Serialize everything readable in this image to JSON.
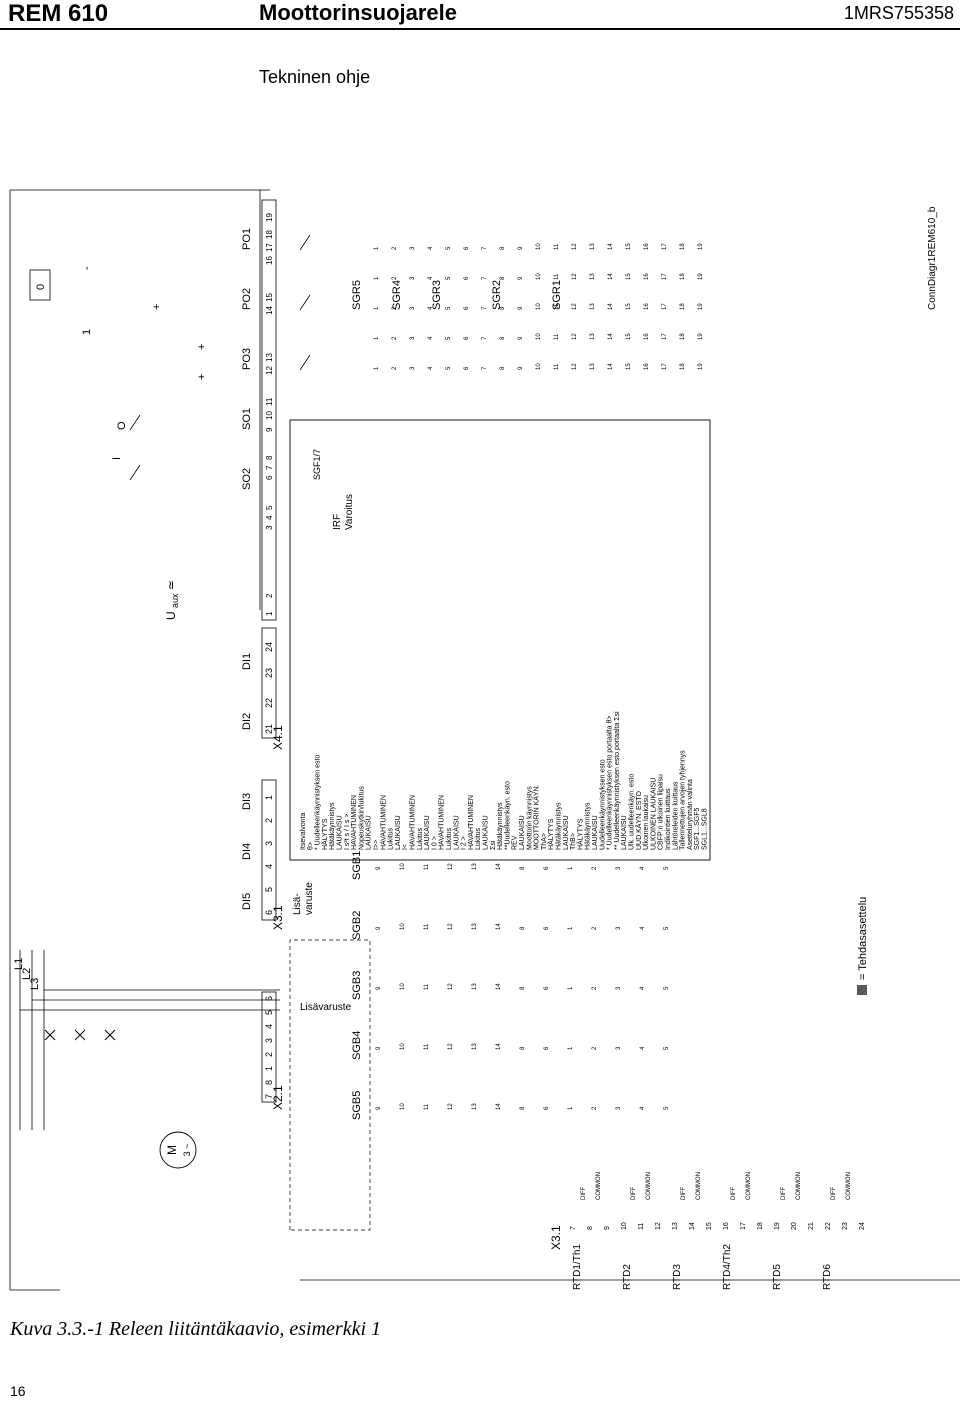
{
  "header": {
    "model": "REM 610",
    "title": "Moottorinsuojarele",
    "doc_code": "1MRS755358"
  },
  "subtitle": "Tekninen ohje",
  "caption": "Kuva 3.3.-1 Releen liitäntäkaavio, esimerkki 1",
  "page_number": "16",
  "diagram": {
    "diagram_id": "ConnDiagr1REM610_b",
    "legend_text": "= Tehdasasettelu",
    "phase_labels": [
      "L1",
      "L2",
      "L3"
    ],
    "motor_label": "M",
    "motor_sub": "3 ~",
    "uaux": "U",
    "uaux_sub": "aux",
    "uaux_sym": "≃",
    "lisavaruste": "Lisävaruste",
    "lisa_short": "Lisä-",
    "lisa_short2": "varuste",
    "x21": "X2.1",
    "x21_terms": [
      "7",
      "8",
      "1",
      "2",
      "3",
      "4",
      "5",
      "6"
    ],
    "x31": "X3.1",
    "x31_terms": [
      "6",
      "5",
      "4",
      "3",
      "2",
      "1"
    ],
    "x41": "X4.1",
    "x41_terms_left": [
      "21",
      "22",
      "23",
      "24"
    ],
    "x41_terms_right": [
      "1",
      "2",
      "3",
      "4",
      "5",
      "6",
      "7",
      "8",
      "9",
      "10",
      "11",
      "12",
      "13",
      "14",
      "15",
      "16",
      "17",
      "18",
      "19"
    ],
    "di_labels": [
      "DI5",
      "DI4",
      "DI3",
      "DI2",
      "DI1"
    ],
    "out_labels": [
      "SO2",
      "SO1",
      "PO3",
      "PO2",
      "PO1"
    ],
    "sgf_label": "SGF1/7",
    "sgr_labels": [
      "SGR5",
      "SGR4",
      "SGR3",
      "SGR2",
      "SGR1"
    ],
    "sgb_labels": [
      "SGB5",
      "SGB4",
      "SGB3",
      "SGB2",
      "SGB1"
    ],
    "irf_label": "IRF",
    "irf_sub": "Varoitus",
    "sw_labels": [
      "I",
      "O",
      "0",
      "1"
    ],
    "plus": "+",
    "minus": "-",
    "rtd_labels": [
      "RTD1/Th1",
      "RTD2",
      "RTD3",
      "RTD4/Th2",
      "RTD5",
      "RTD6"
    ],
    "rtd_terms": [
      "7",
      "8",
      "9",
      "10",
      "11",
      "12",
      "13",
      "14",
      "15",
      "16",
      "17",
      "18",
      "19",
      "20",
      "21",
      "22",
      "23",
      "24"
    ],
    "diff": "DIFF",
    "common": "COMMON",
    "prot_rows": [
      "Itsevalvonta",
      "θ>",
      "* Uudelleenkäynnistyksen esto",
      "HÄLYTYS",
      "Hätäkäynnistys",
      "LAUKAISU",
      "I s²t s / I s >",
      "HAVAHTUMINEN",
      "Nopeuskytkin/lukitus",
      "LAUKAISU",
      "I>>",
      "HAVAHTUMINEN",
      "Lukitus",
      "LAUKAISU",
      "I<",
      "HAVAHTUMINEN",
      "Lukitus",
      "LAUKAISU",
      "I 0 >",
      "HAVAHTUMINEN",
      "Lukitus",
      "LAUKAISU",
      "I 2 >",
      "HAVAHTUMINEN",
      "Lukitus",
      "LAUKAISU",
      "Σsi",
      "Hätäkäynnistys",
      "**Uudelleenkäyn. esto",
      "REV",
      "LAUKAISU",
      "Moottorin käynnistys",
      "MOOTTORIN KÄYN.",
      "ThA>",
      "HÄLYTYS",
      "Hätäkäynnistys",
      "LAUKAISU",
      "ThB>",
      "HÄLYTYS",
      "Hätäkäynnistys",
      "LAUKAISU",
      "Uudelleenkäynnistyksen esto",
      "* Uudelleenkäynnistyksen esto portaalta θ>",
      "** Uudelleenkäynnistyksen esto portaalta Σsi",
      "LAUKAISU",
      "Ulk. uudelleenkäyn. esto",
      "UUD.KÄYN. ESTO",
      "Ulkoinen laukaisu",
      "ULKOINEN LAUKAISU",
      "CBFP:n ulkoinen liipaisu",
      "Indikointien kuittaus",
      "Lähtöreleiden kuittaus",
      "Tallennettujen arvojen tyhjennys",
      "Asetteluryhmän valinta",
      "SGF1...SGF5",
      "SGL1...SGL8"
    ]
  },
  "colors": {
    "ink": "#000000",
    "factory_default": "#8c8c8c"
  }
}
